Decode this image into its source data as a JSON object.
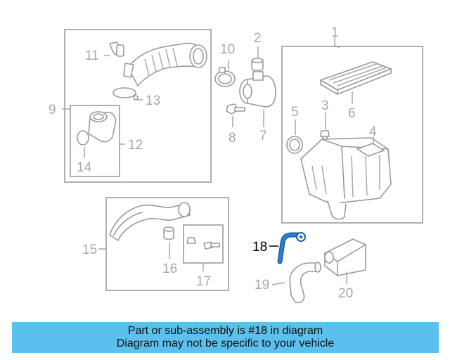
{
  "callouts": {
    "c1": "1",
    "c2": "2",
    "c3": "3",
    "c4": "4",
    "c5": "5",
    "c6": "6",
    "c7": "7",
    "c8": "8",
    "c9": "9",
    "c10": "10",
    "c11": "11",
    "c12": "12",
    "c13": "13",
    "c14": "14",
    "c15": "15",
    "c16": "16",
    "c17": "17",
    "c18": "18",
    "c19": "19",
    "c20": "20"
  },
  "highlighted_part": "18",
  "colors": {
    "highlight_part": "#2a7fd4",
    "banner": "#5bc0ee",
    "line_art": "#9a9a9a"
  },
  "banner": {
    "line1": "Part or sub-assembly is #18 in diagram",
    "line2": "Diagram may not be specific to your vehicle"
  }
}
